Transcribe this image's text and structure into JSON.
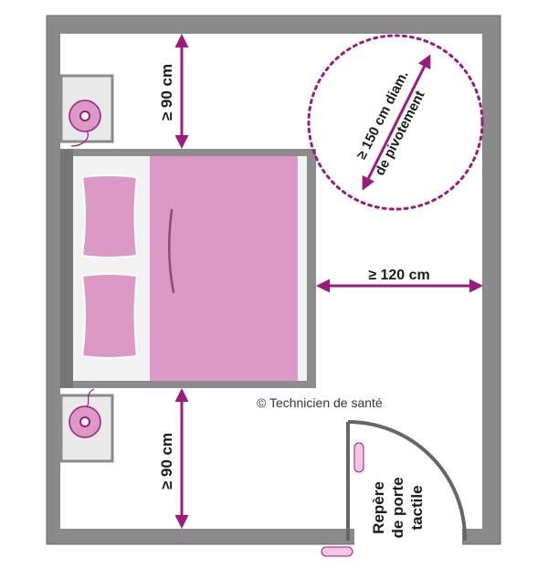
{
  "colors": {
    "wall": "#8a8a8a",
    "wall_stroke": "#6a6a6a",
    "floor": "#ffffff",
    "bed_frame": "#8c8c8c",
    "mattress": "#f2f2f2",
    "duvet": "#dd99c6",
    "pillow": "#dd99c6",
    "measure": "#9b1a7d",
    "lamp": "#dd99c6",
    "door": "#666666"
  },
  "labels": {
    "top_clearance": "≥ 90 cm",
    "bottom_clearance": "≥ 90 cm",
    "side_clearance": "≥ 120 cm",
    "turning_line1": "≥ 150 cm diam.",
    "turning_line2": "de pivotement",
    "door_line1": "Repère",
    "door_line2": "de porte",
    "door_line3": "tactile",
    "copyright": "© Technicien de santé"
  }
}
